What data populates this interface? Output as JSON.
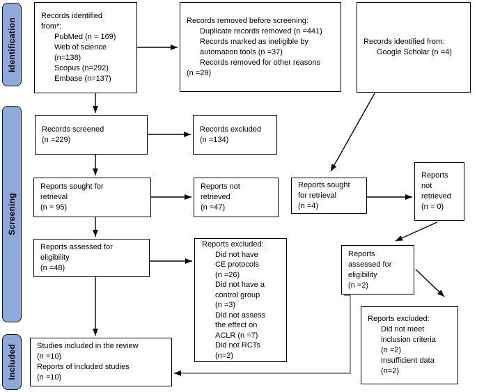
{
  "sidebar": {
    "identification_label": "Identification",
    "screening_label": "Screening",
    "included_label": "Included"
  },
  "colors": {
    "sidebar_fill": "#8EAADB",
    "box_border": "#000000",
    "arrow": "#000000",
    "connector_gray": "#696969"
  },
  "boxes": {
    "records_identified": {
      "lines": [
        "Records identified",
        "from*:",
        "PubMed (n = 169)",
        "Web of science",
        "(n=138)",
        "Scopus (n=292)",
        "Embase (n=137)"
      ]
    },
    "records_removed": {
      "lines": [
        "Records removed before screening:",
        "Duplicate records removed (n =441)",
        "Records marked as ineligible by",
        "automation tools (n =37)",
        "Records removed for other reasons",
        "(n =29)"
      ]
    },
    "google_scholar": {
      "lines": [
        "Records identified from:",
        "Google Scholar (n =4)"
      ]
    },
    "records_screened": {
      "lines": [
        "Records screened",
        "(n =229)"
      ]
    },
    "records_excluded": {
      "lines": [
        "Records excluded",
        "(n =134)"
      ]
    },
    "reports_sought": {
      "lines": [
        "Reports sought for",
        "retrieval",
        "(n = 95)"
      ]
    },
    "reports_not_retrieved": {
      "lines": [
        "Reports not",
        "retrieved",
        "(n =47)"
      ]
    },
    "reports_sought_gs": {
      "lines": [
        "Reports sought",
        "for retrieval",
        "(n =4)"
      ]
    },
    "reports_not_retrieved_gs": {
      "lines": [
        "Reports",
        "not",
        "retrieved",
        "(n = 0)"
      ]
    },
    "reports_assessed": {
      "lines": [
        "Reports assessed for",
        "eligibility",
        "(n =48)"
      ]
    },
    "reports_excluded_reasons": {
      "lines": [
        "Reports excluded:",
        "Did not have",
        "CE protocols",
        "(n =26)",
        "Did not have a",
        "control group",
        "(n =3)",
        "Did not assess",
        "the effect on",
        "ACLR (n =7)",
        "Did not RCTs",
        "(n=2)"
      ]
    },
    "reports_assessed_gs": {
      "lines": [
        "Reports",
        "assessed for",
        "eligibility",
        "(n =2)"
      ]
    },
    "reports_excluded_gs": {
      "lines": [
        "Reports excluded:",
        "Did not meet",
        "inclusion criteria",
        "(n =2)",
        "Insufficient data",
        "(n=2)"
      ]
    },
    "studies_included": {
      "lines": [
        "Studies included in the review",
        "(n =10)",
        "Reports of included studies",
        "(n =10)"
      ]
    }
  }
}
